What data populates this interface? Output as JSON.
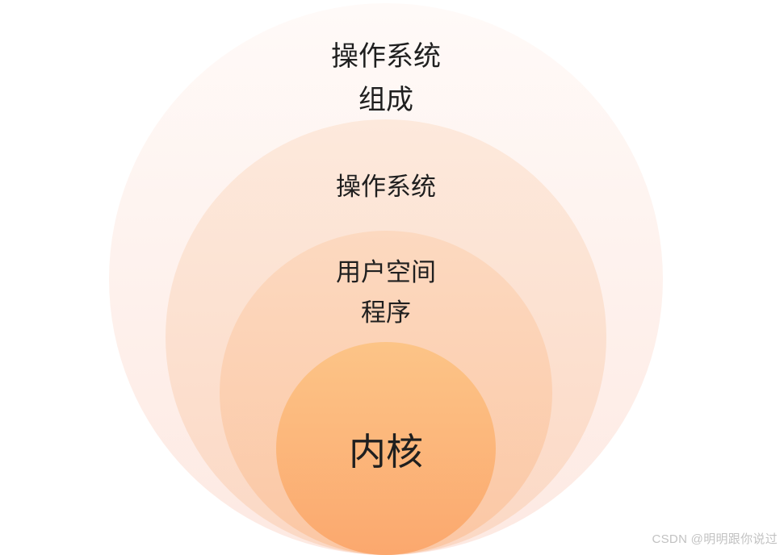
{
  "layers": [
    {
      "id": "os-composition",
      "lines": [
        "操作系统",
        "组成"
      ]
    },
    {
      "id": "operating-system",
      "lines": [
        "操作系统"
      ]
    },
    {
      "id": "user-space-programs",
      "lines": [
        "用户空间",
        "程序"
      ]
    },
    {
      "id": "kernel",
      "lines": [
        "内核"
      ]
    }
  ],
  "colors": {
    "outer_top": "#fffaf8",
    "outer_bottom": "#fde9e2",
    "mid_top": "#fde9dc",
    "mid_bottom": "#fbd8c4",
    "inner_top": "#fcd9c0",
    "inner_bottom": "#fbc7a4",
    "core_top": "#fcc487",
    "core_bottom": "#fba86e",
    "text": "#1f1f1f"
  },
  "watermark": "CSDN @明明跟你说过"
}
